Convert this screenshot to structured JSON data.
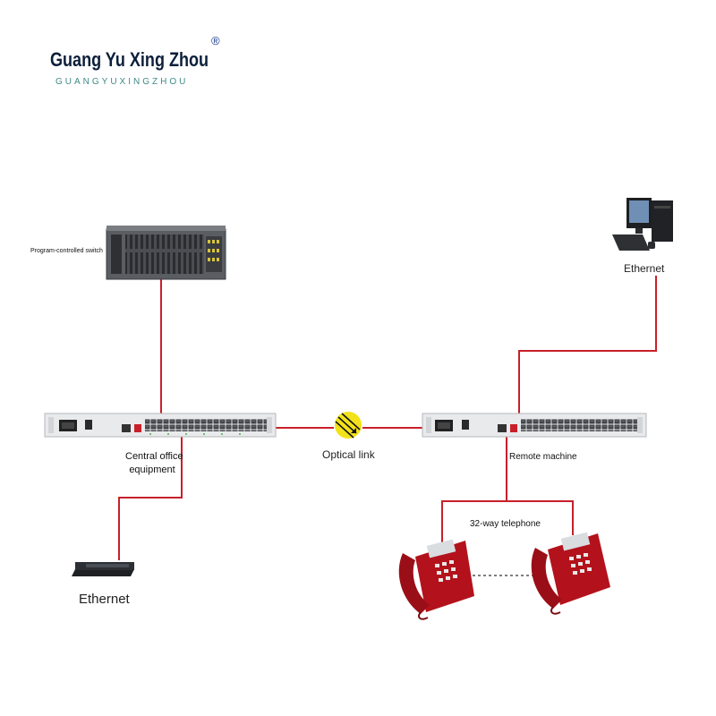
{
  "logo": {
    "name": "Guang Yu Xing Zhou",
    "registered_mark": "®",
    "subtitle": "GUANGYUXINGZHOU"
  },
  "devices": {
    "switch_label": "Program-controlled switch",
    "central_label_line1": "Central office",
    "central_label_line2": "equipment",
    "remote_label": "Remote machine",
    "optical_label": "Optical link",
    "ethernet_left_label": "Ethernet",
    "ethernet_right_label": "Ethernet",
    "telephone_label": "32-way telephone"
  },
  "colors": {
    "link_line": "#c8202a",
    "phone_red": "#b3121c",
    "rack_body": "#e9eaec",
    "optical_badge": "#f2e21a"
  }
}
